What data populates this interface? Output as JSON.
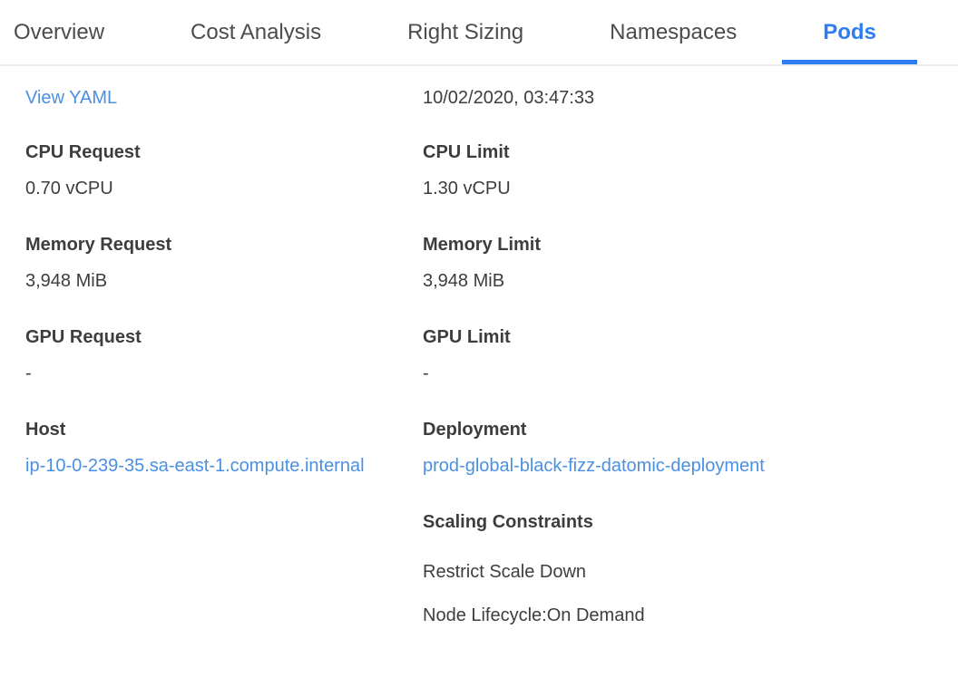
{
  "colors": {
    "accent-blue": "#2e7cf0",
    "link-blue": "#4a90e2",
    "text-dark": "#3d3d3d",
    "tab-inactive": "#4c4c4c",
    "divider": "#ececec"
  },
  "header": {
    "tabs": [
      {
        "label": "Overview",
        "active": false
      },
      {
        "label": "Cost Analysis",
        "active": false
      },
      {
        "label": "Right Sizing",
        "active": false
      },
      {
        "label": "Namespaces",
        "active": false
      },
      {
        "label": "Pods",
        "active": true
      }
    ]
  },
  "panel": {
    "left": {
      "view_yaml": "View YAML",
      "fields": [
        {
          "label": "CPU Request",
          "value": "0.70 vCPU"
        },
        {
          "label": "Memory Request",
          "value": "3,948 MiB"
        },
        {
          "label": "GPU Request",
          "value": "-"
        },
        {
          "label": "Host",
          "value": "ip-10-0-239-35.sa-east-1.compute.internal"
        }
      ]
    },
    "right": {
      "timestamp": "10/02/2020, 03:47:33",
      "fields": [
        {
          "label": "CPU Limit",
          "value": "1.30 vCPU"
        },
        {
          "label": "Memory Limit",
          "value": "3,948 MiB"
        },
        {
          "label": "GPU Limit",
          "value": "-"
        },
        {
          "label": "Deployment",
          "value": "prod-global-black-fizz-datomic-deployment"
        }
      ],
      "scaling": {
        "label": "Scaling Constraints",
        "constraints": [
          "Restrict Scale Down",
          "Node Lifecycle:On Demand"
        ]
      }
    }
  }
}
